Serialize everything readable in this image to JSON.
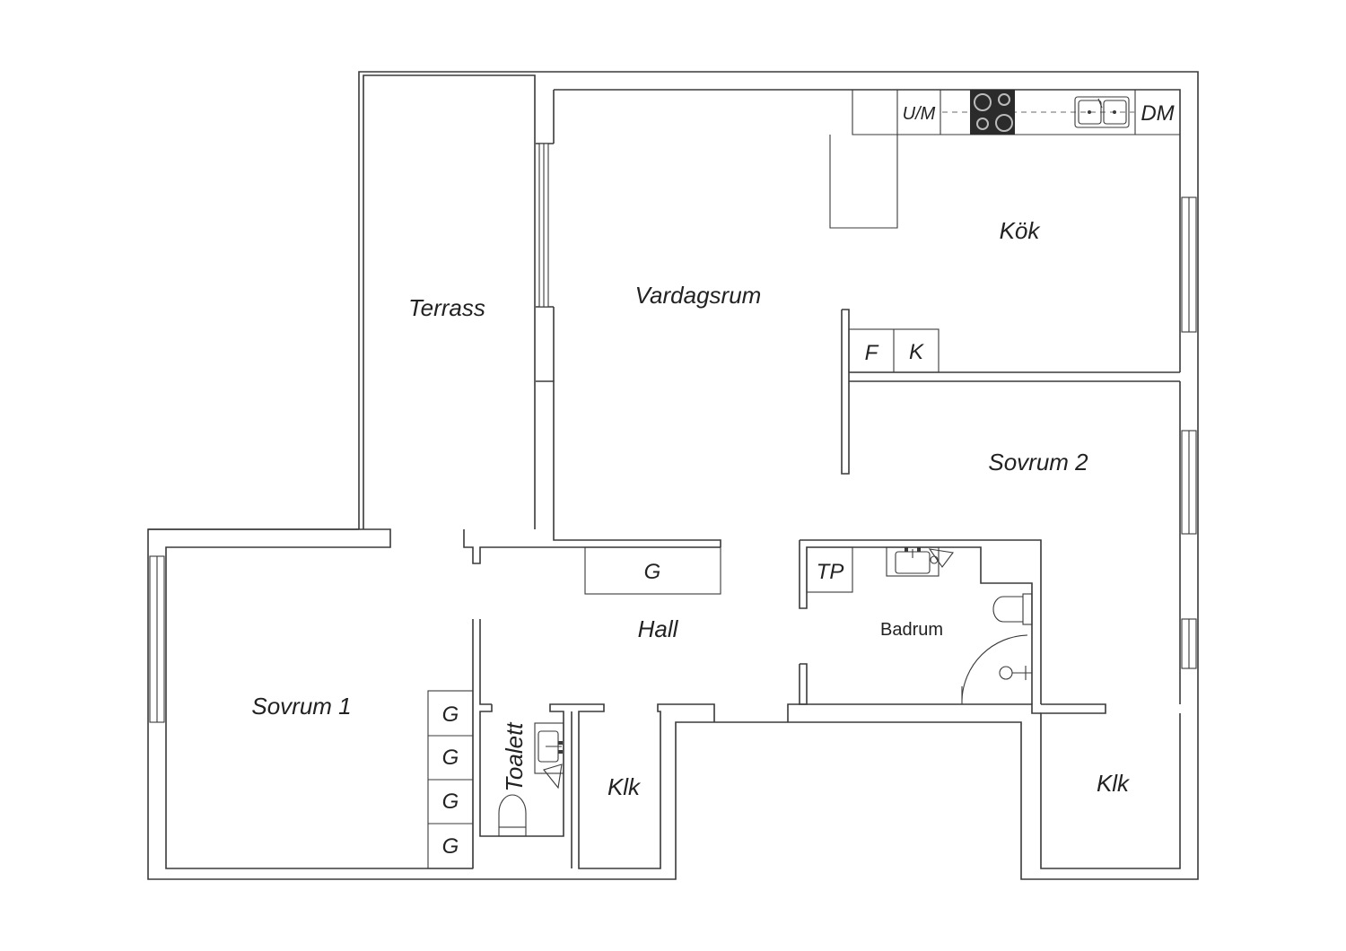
{
  "rooms": {
    "terrace": "Terrass",
    "living_room": "Vardagsrum",
    "kitchen": "Kök",
    "bedroom_2": "Sovrum 2",
    "bedroom_1": "Sovrum 1",
    "hall": "Hall",
    "bathroom": "Badrum",
    "toilet": "Toalett",
    "closet_center": "Klk",
    "closet_right": "Klk"
  },
  "fixtures": {
    "oven_microwave": "U/M",
    "dishwasher": "DM",
    "fridge": "F",
    "freezer": "K",
    "wardrobe_hall": "G",
    "laundry": "TP",
    "wardrobes_bedroom": [
      "G",
      "G",
      "G",
      "G"
    ]
  },
  "colors": {
    "wall": "#3a3a3a",
    "stove": "#2b2b2b",
    "background": "#ffffff"
  }
}
